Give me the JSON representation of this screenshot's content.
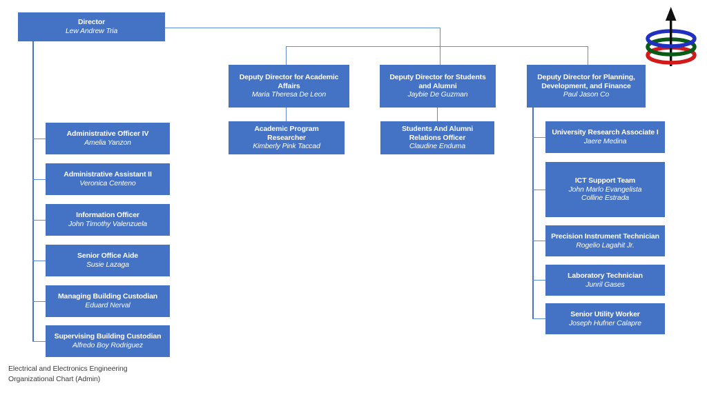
{
  "caption": "Electrical and Electronics Engineering\nOrganizational Chart (Admin)",
  "colors": {
    "box_fill": "#4472C4",
    "box_text": "#FFFFFF",
    "connector": "#5B8FD4",
    "caption_text": "#3B3B3B",
    "logo_ring_top": "#2030C0",
    "logo_ring_mid": "#0A5A18",
    "logo_ring_bottom": "#D21A1A",
    "logo_arrow": "#111111"
  },
  "logo": {
    "name": "three-rings-arrow-logo",
    "rings": [
      "blue",
      "green",
      "red"
    ],
    "arrow": "up-arrow"
  },
  "root": {
    "title": "Director",
    "person": "Lew Andrew Tria"
  },
  "deputies": [
    {
      "title": "Deputy Director for Academic\nAffairs",
      "person": "Maria Theresa De Leon",
      "child": {
        "title": "Academic Program\nResearcher",
        "person": "Kimberly Pink Taccad"
      }
    },
    {
      "title": "Deputy Director for Students\nand Alumni",
      "person": "Jaybie De Guzman",
      "child": {
        "title": "Students And Alumni\nRelations Officer",
        "person": "Claudine Enduma"
      }
    },
    {
      "title": "Deputy Director for Planning,\nDevelopment, and Finance",
      "person": "Paul Jason Co",
      "child": null
    }
  ],
  "admin_staff": [
    {
      "title": "Administrative Officer IV",
      "person": "Amelia Yanzon"
    },
    {
      "title": "Administrative Assistant II",
      "person": "Veronica Centeno"
    },
    {
      "title": "Information Officer",
      "person": "John Timothy Valenzuela"
    },
    {
      "title": "Senior Office Aide",
      "person": "Susie Lazaga"
    },
    {
      "title": "Managing Building Custodian",
      "person": "Eduard Nerval"
    },
    {
      "title": "Supervising Building Custodian",
      "person": "Alfredo Boy Rodriguez"
    }
  ],
  "planning_staff": [
    {
      "title": "University Research Associate I",
      "person": "Jaere Medina"
    },
    {
      "title": "ICT Support Team",
      "person": "John Marlo Evangelista\nColline Estrada"
    },
    {
      "title": "Precision Instrument Technician",
      "person": "Rogelio Lagahit Jr."
    },
    {
      "title": "Laboratory Technician",
      "person": "Junril Gases"
    },
    {
      "title": "Senior Utility Worker",
      "person": "Joseph Hufner Calapre"
    }
  ]
}
